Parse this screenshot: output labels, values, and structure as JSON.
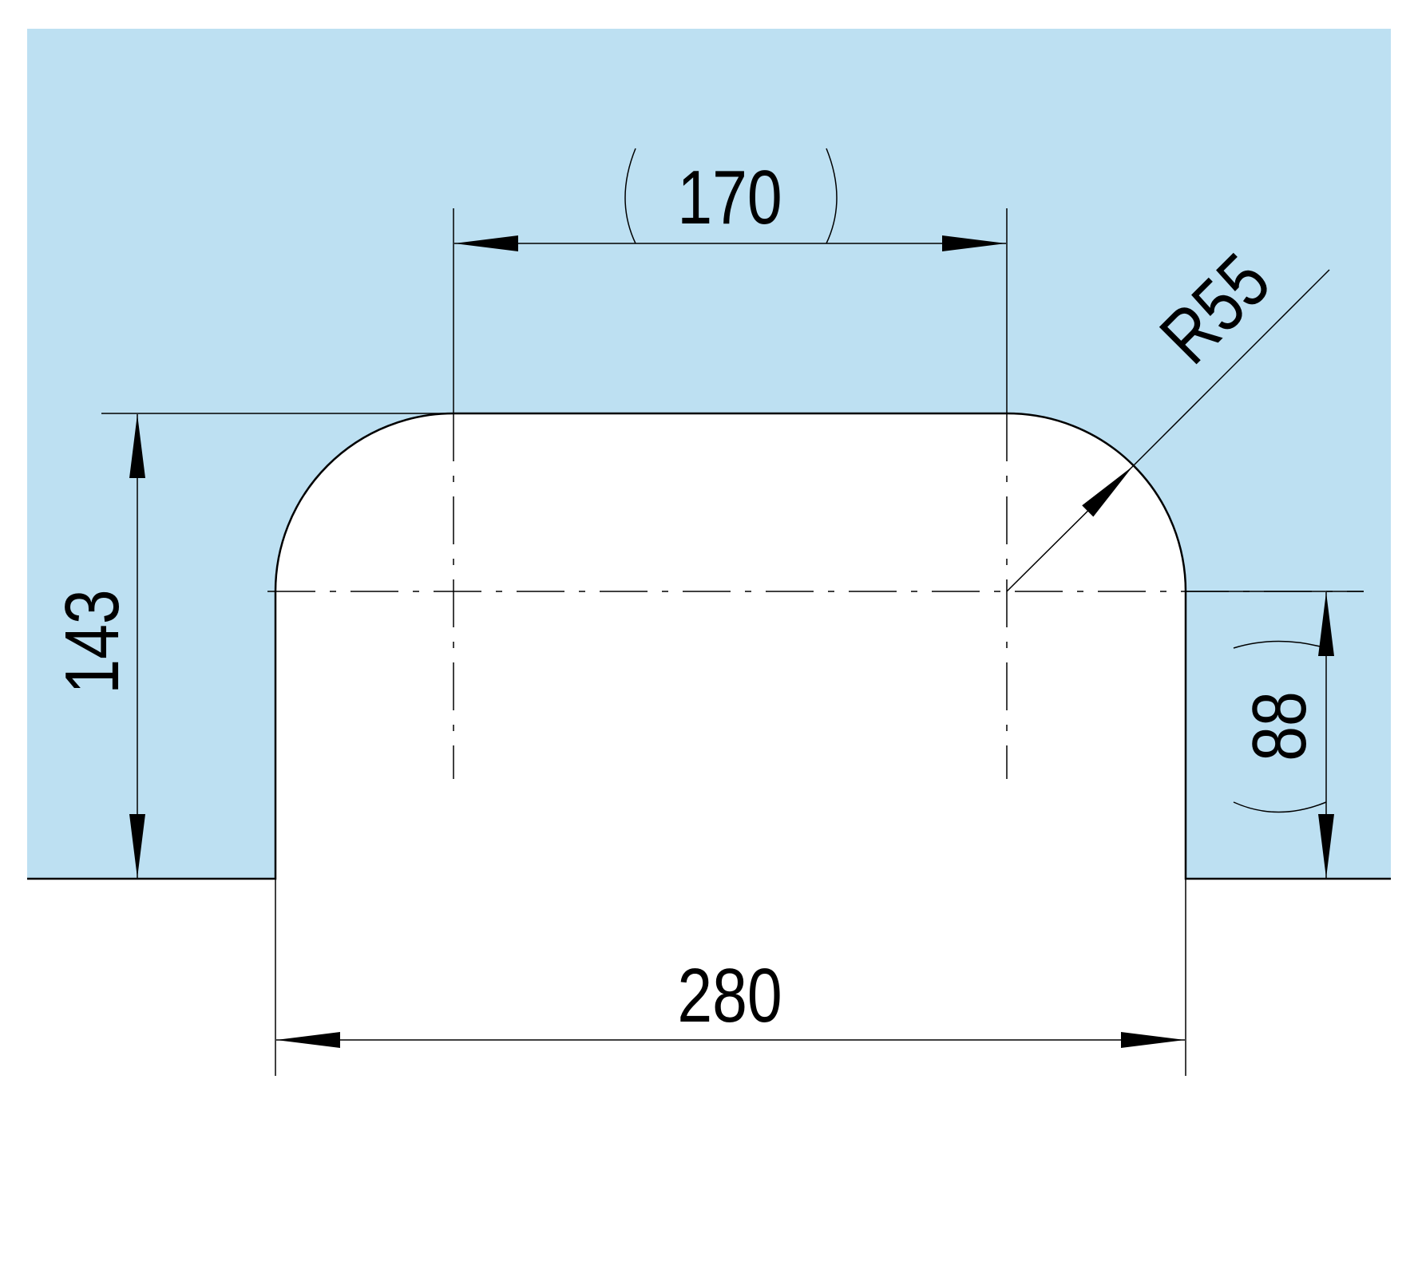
{
  "drawing": {
    "dimensions": {
      "center_spacing": "170",
      "opening_width": "280",
      "opening_height": "143",
      "straight_height": "88",
      "corner_radius": "R55"
    },
    "colors": {
      "panel": "#bde0f2",
      "line": "#000000",
      "background": "#ffffff"
    }
  }
}
